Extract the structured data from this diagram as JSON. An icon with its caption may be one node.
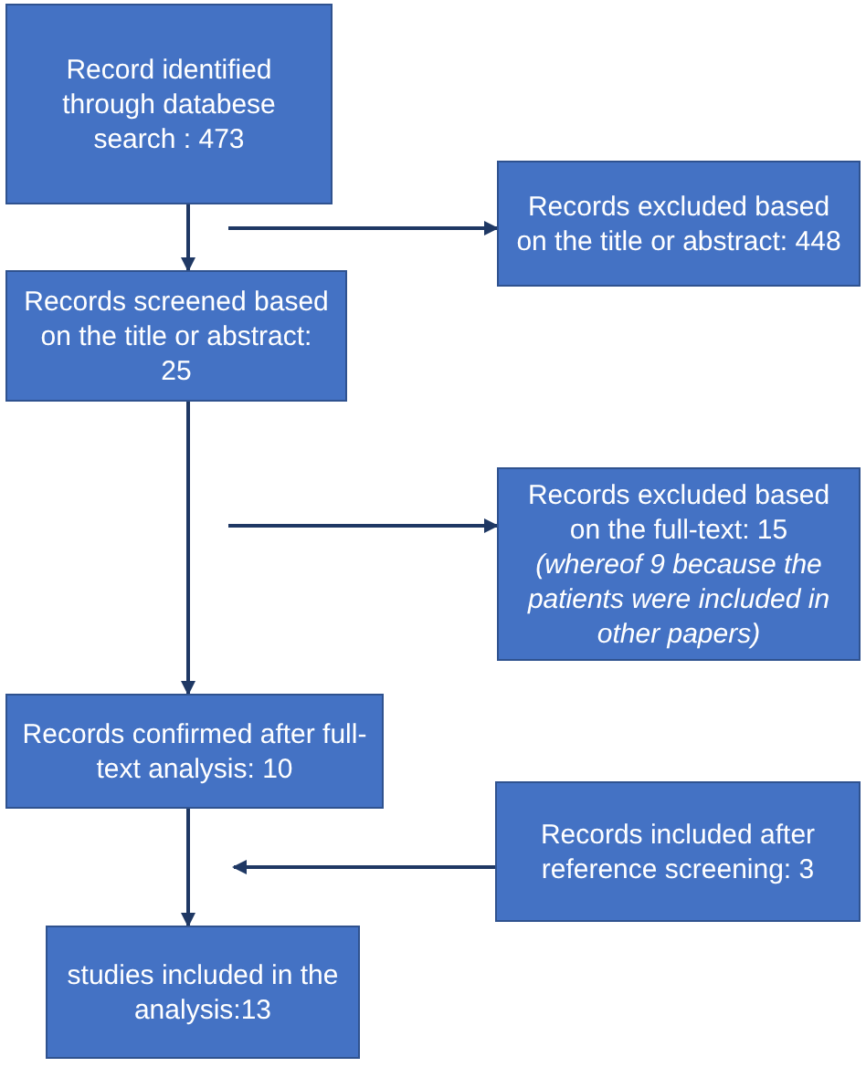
{
  "diagram": {
    "nodes": [
      {
        "text": [
          "Record identified through databese search : 473"
        ]
      },
      {
        "text": [
          "Records excluded based on the title or abstract: 448"
        ]
      },
      {
        "text": [
          "Records screened based on the title or abstract: 25"
        ]
      },
      {
        "text": [
          "Records excluded based on the full-text: 15 *(whereof 9 because the patients were included in other papers)*"
        ]
      },
      {
        "text": [
          "Records confirmed after full-text analysis: 10"
        ]
      },
      {
        "text": [
          "Records included after reference screening: 3"
        ]
      },
      {
        "text": [
          "studies included in the analysis:13"
        ]
      }
    ],
    "edges": [
      {
        "from": 0,
        "to": 2,
        "arrow": "to"
      },
      {
        "from": null,
        "to": 1,
        "arrow": "to"
      },
      {
        "from": 2,
        "to": 4,
        "arrow": "to"
      },
      {
        "from": null,
        "to": 3,
        "arrow": "to"
      },
      {
        "from": 4,
        "to": 6,
        "arrow": "to"
      },
      {
        "from": 5,
        "to": null,
        "arrow": "to"
      }
    ]
  }
}
